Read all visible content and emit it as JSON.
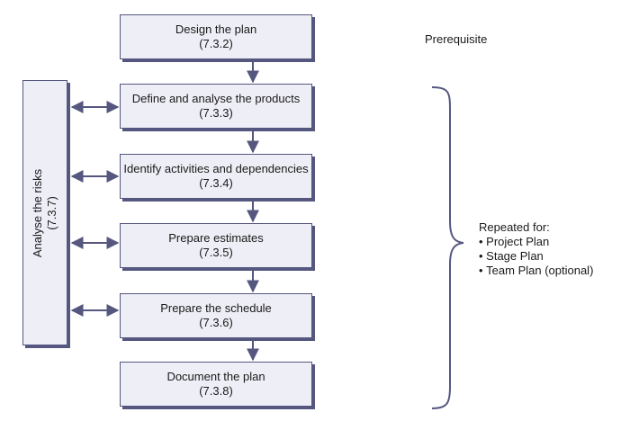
{
  "steps": [
    {
      "title": "Design the plan",
      "ref": "(7.3.2)"
    },
    {
      "title": "Define and analyse the products",
      "ref": "(7.3.3)"
    },
    {
      "title": "Identify activities and dependencies",
      "ref": "(7.3.4)"
    },
    {
      "title": "Prepare estimates",
      "ref": "(7.3.5)"
    },
    {
      "title": "Prepare the schedule",
      "ref": "(7.3.6)"
    },
    {
      "title": "Document the plan",
      "ref": "(7.3.8)"
    }
  ],
  "side_box": {
    "title": "Analyse the risks",
    "ref": "(7.3.7)"
  },
  "prerequisite_label": "Prerequisite",
  "repeated": {
    "heading": "Repeated for:",
    "items": [
      "Project Plan",
      "Stage Plan",
      "Team Plan (optional)"
    ]
  },
  "colors": {
    "box_fill": "#eeeef6",
    "box_border": "#55577f",
    "arrow": "#55577f"
  }
}
